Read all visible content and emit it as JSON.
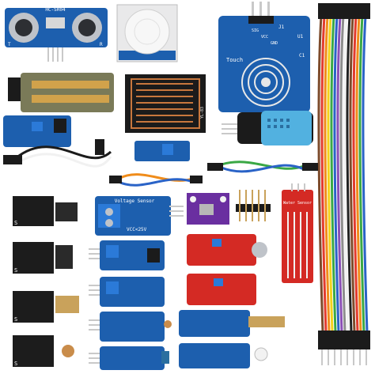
{
  "labels": {
    "ultrasonic_model": "HC-SR04",
    "ultrasonic_t": "T",
    "ultrasonic_r": "R",
    "touch_j1": "J1",
    "touch_sig": "SIG",
    "touch_vcc": "VCC",
    "touch_gnd": "GND",
    "touch_u1": "U1",
    "touch_c1": "C1",
    "touch_word": "Touch",
    "rain_model": "YL-83",
    "voltage_title": "Voltage Sensor",
    "voltage_spec": "VCC<25V",
    "water_title": "Water Sensor",
    "s1": "S",
    "s2": "S",
    "s3": "S",
    "s4": "S"
  },
  "colors": {
    "blue_board": "#1d5fae",
    "black_board": "#1c1c1c",
    "red_board": "#d42a24",
    "purple_board": "#6a2fa0",
    "copper": "#c8773d",
    "header_pin": "#c9c9c9",
    "gold_pin": "#c9a25b"
  }
}
